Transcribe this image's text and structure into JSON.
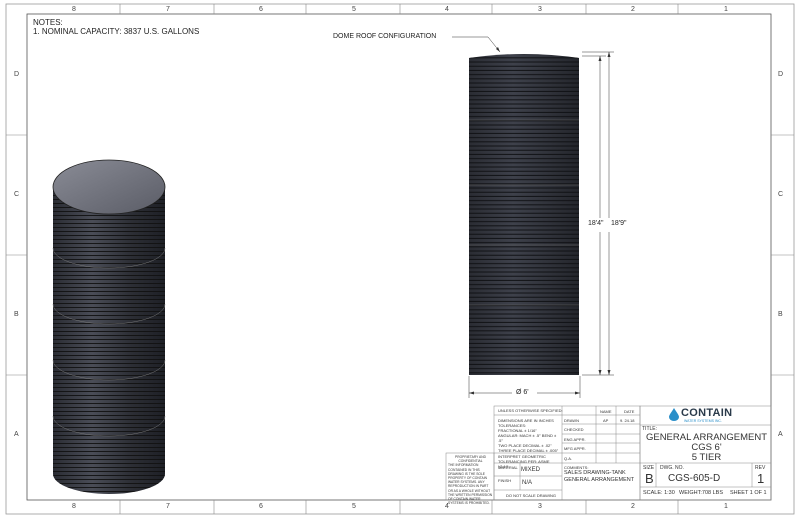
{
  "border": {
    "top_zones": [
      "8",
      "7",
      "6",
      "5",
      "4",
      "3",
      "2",
      "1"
    ],
    "bottom_zones": [
      "8",
      "7",
      "6",
      "5",
      "4",
      "3",
      "2",
      "1"
    ],
    "side_zones": [
      "D",
      "C",
      "B",
      "A"
    ]
  },
  "notes": {
    "title": "NOTES:",
    "line1": "1. NOMINAL CAPACITY: 3837 U.S. GALLONS"
  },
  "callout": {
    "dome_roof": "DOME ROOF CONFIGURATION"
  },
  "dimensions": {
    "height_a": "18'4\"",
    "height_b": "18'9\"",
    "diameter": "Ø 6'"
  },
  "tolerance_block": {
    "heading": "UNLESS OTHERWISE SPECIFIED:",
    "lines": [
      "DIMENSIONS ARE IN INCHES",
      "TOLERANCES:",
      "FRACTIONAL ± 1/16\"",
      "ANGULAR: MACH ± .5° BEND ± .5°",
      "TWO PLACE DECIMAL ± .02\"",
      "THREE PLACE DECIMAL ± .005\""
    ],
    "interpret": "INTERPRET GEOMETRIC TOLERANCING PER: ASME Y14.5",
    "material_label": "MATERIAL",
    "material_value": "MIXED",
    "finish_label": "FINISH",
    "finish_value": "N/A",
    "do_not_scale": "DO NOT SCALE DRAWING"
  },
  "proprietary": {
    "heading": "PROPRIETARY AND CONFIDENTIAL",
    "body": "THE INFORMATION CONTAINED IN THIS DRAWING IS THE SOLE PROPERTY OF CONTAIN WATER SYSTEMS. ANY REPRODUCTION IN PART OR AS A WHOLE WITHOUT THE WRITTEN PERMISSION OF CONTAIN WATER SYSTEMS IS PROHIBITED."
  },
  "approvals": {
    "name_header": "NAME",
    "date_header": "DATE",
    "rows": [
      {
        "label": "DRAWN",
        "name": "AP",
        "date": "9. 24.18"
      },
      {
        "label": "CHECKED",
        "name": "",
        "date": ""
      },
      {
        "label": "ENG APPR.",
        "name": "",
        "date": ""
      },
      {
        "label": "MFG APPR.",
        "name": "",
        "date": ""
      },
      {
        "label": "Q.A.",
        "name": "",
        "date": ""
      }
    ],
    "comments_label": "COMMENTS:",
    "comments_line1": "SALES DRAWING-TANK",
    "comments_line2": "GENERAL ARRANGEMENT"
  },
  "company": {
    "name": "CONTAIN",
    "sub": "WATER SYSTEMS INC.",
    "brand_color": "#2a8fc9"
  },
  "title_block": {
    "title_label": "TITLE:",
    "line1": "GENERAL ARRANGEMENT",
    "line2": "CGS 6'",
    "line3": "5 TIER",
    "size_label": "SIZE",
    "size_value": "B",
    "dwg_label": "DWG. NO.",
    "dwg_value": "CGS-605-D",
    "rev_label": "REV",
    "rev_value": "1",
    "scale": "SCALE: 1:30",
    "weight": "WEIGHT:708 LBS",
    "sheet": "SHEET 1 OF 1"
  }
}
